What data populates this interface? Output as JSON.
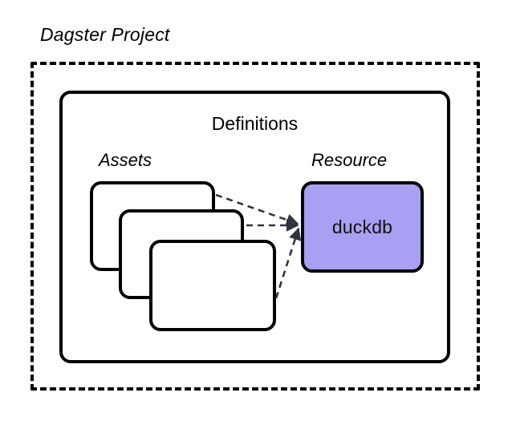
{
  "diagram": {
    "title": "Dagster Project",
    "container": {
      "name": "Dagster Project",
      "border_style": "dashed",
      "border_color": "#000000"
    },
    "definitions": {
      "label": "Definitions",
      "border_style": "solid",
      "border_color": "#000000"
    },
    "groups": [
      {
        "label": "Assets",
        "style": "italic"
      },
      {
        "label": "Resource",
        "style": "italic"
      }
    ],
    "assets": {
      "label": "Assets",
      "cards": [
        {
          "label": ""
        },
        {
          "label": ""
        },
        {
          "label": ""
        }
      ],
      "card_fill": "#ffffff",
      "card_border": "#000000"
    },
    "resource": {
      "label": "Resource",
      "name": "duckdb",
      "fill": "#a8a0f2",
      "border": "#000000"
    },
    "edges": {
      "count": 3,
      "style": "dashed",
      "color": "#2f3440",
      "direction": "assets-to-resource",
      "target": "duckdb",
      "arrowhead": "filled-triangle"
    },
    "colors": {
      "background": "#ffffff",
      "stroke": "#000000",
      "resource_fill": "#a8a0f2",
      "edge": "#2f3440"
    }
  }
}
